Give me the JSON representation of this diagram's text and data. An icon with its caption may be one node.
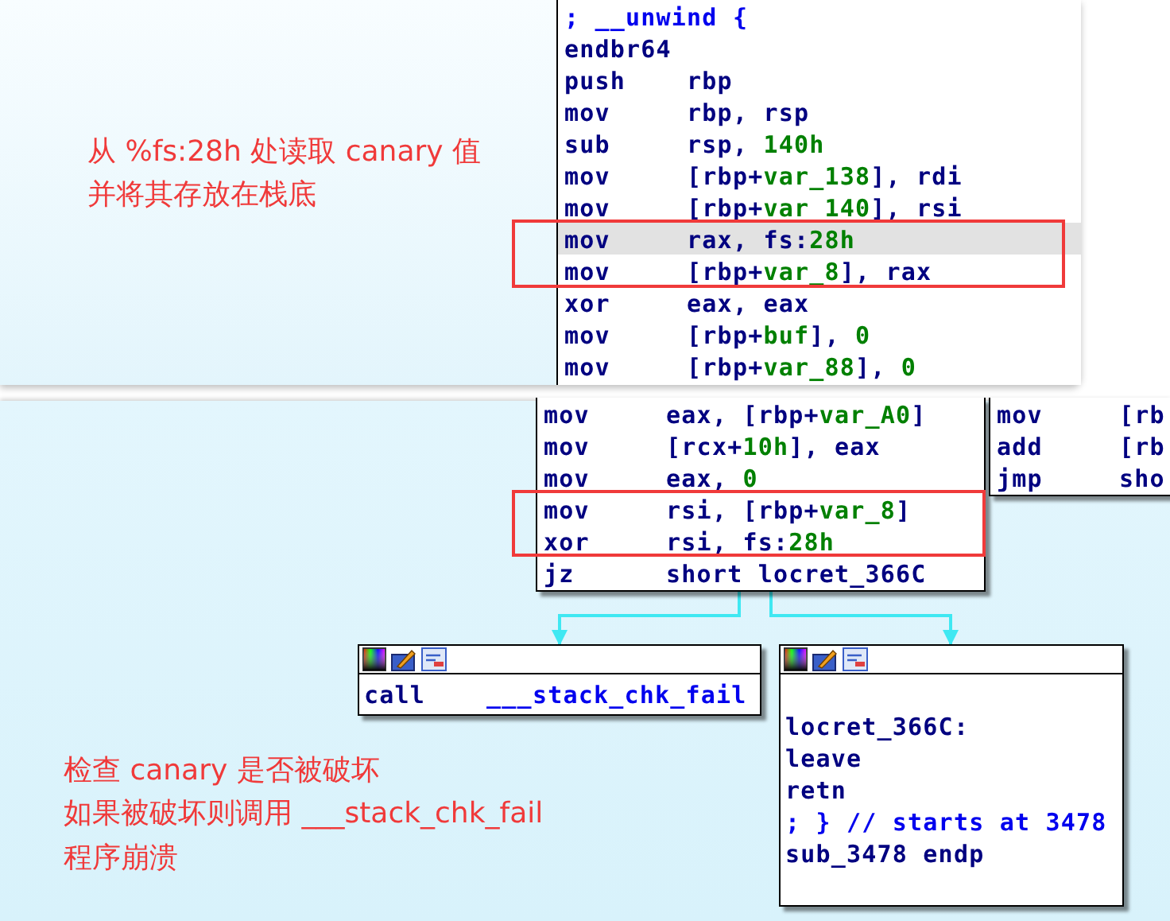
{
  "diagram": {
    "nodes": [
      {
        "text": [
          "; __unwind {",
          "endbr64",
          "push    rbp",
          "mov     rbp, rsp",
          "sub     rsp, 140h",
          "mov     [rbp+var_138], rdi",
          "mov     [rbp+var_140], rsi",
          "mov     rax, fs:28h",
          "mov     [rbp+var_8], rax",
          "xor     eax, eax",
          "mov     [rbp+buf], 0",
          "mov     [rbp+var_88], 0"
        ]
      },
      {
        "text": [
          "mov     eax, [rbp+var_A0]",
          "mov     [rcx+10h], eax",
          "mov     eax, 0",
          "mov     rsi, [rbp+var_8]",
          "xor     rsi, fs:28h",
          "jz      short locret_366C"
        ]
      },
      {
        "text": [
          "mov     [rb",
          "add     [rb",
          "jmp     sho"
        ]
      },
      {
        "text": [
          "call    ___stack_chk_fail"
        ]
      },
      {
        "text": [
          "locret_366C:",
          "leave",
          "retn",
          "; } // starts at 3478",
          "sub_3478 endp"
        ]
      }
    ],
    "edges": [
      {
        "from": 1,
        "to": 3,
        "arrow": "to"
      },
      {
        "from": 1,
        "to": 4,
        "arrow": "to"
      }
    ],
    "labels": [
      "从 %fs:28h 处读取 canary 值",
      "并将其存放在栈底",
      "检查 canary 是否被破坏",
      "如果被破坏则调用 ___stack_chk_fail",
      "程序崩溃"
    ]
  }
}
